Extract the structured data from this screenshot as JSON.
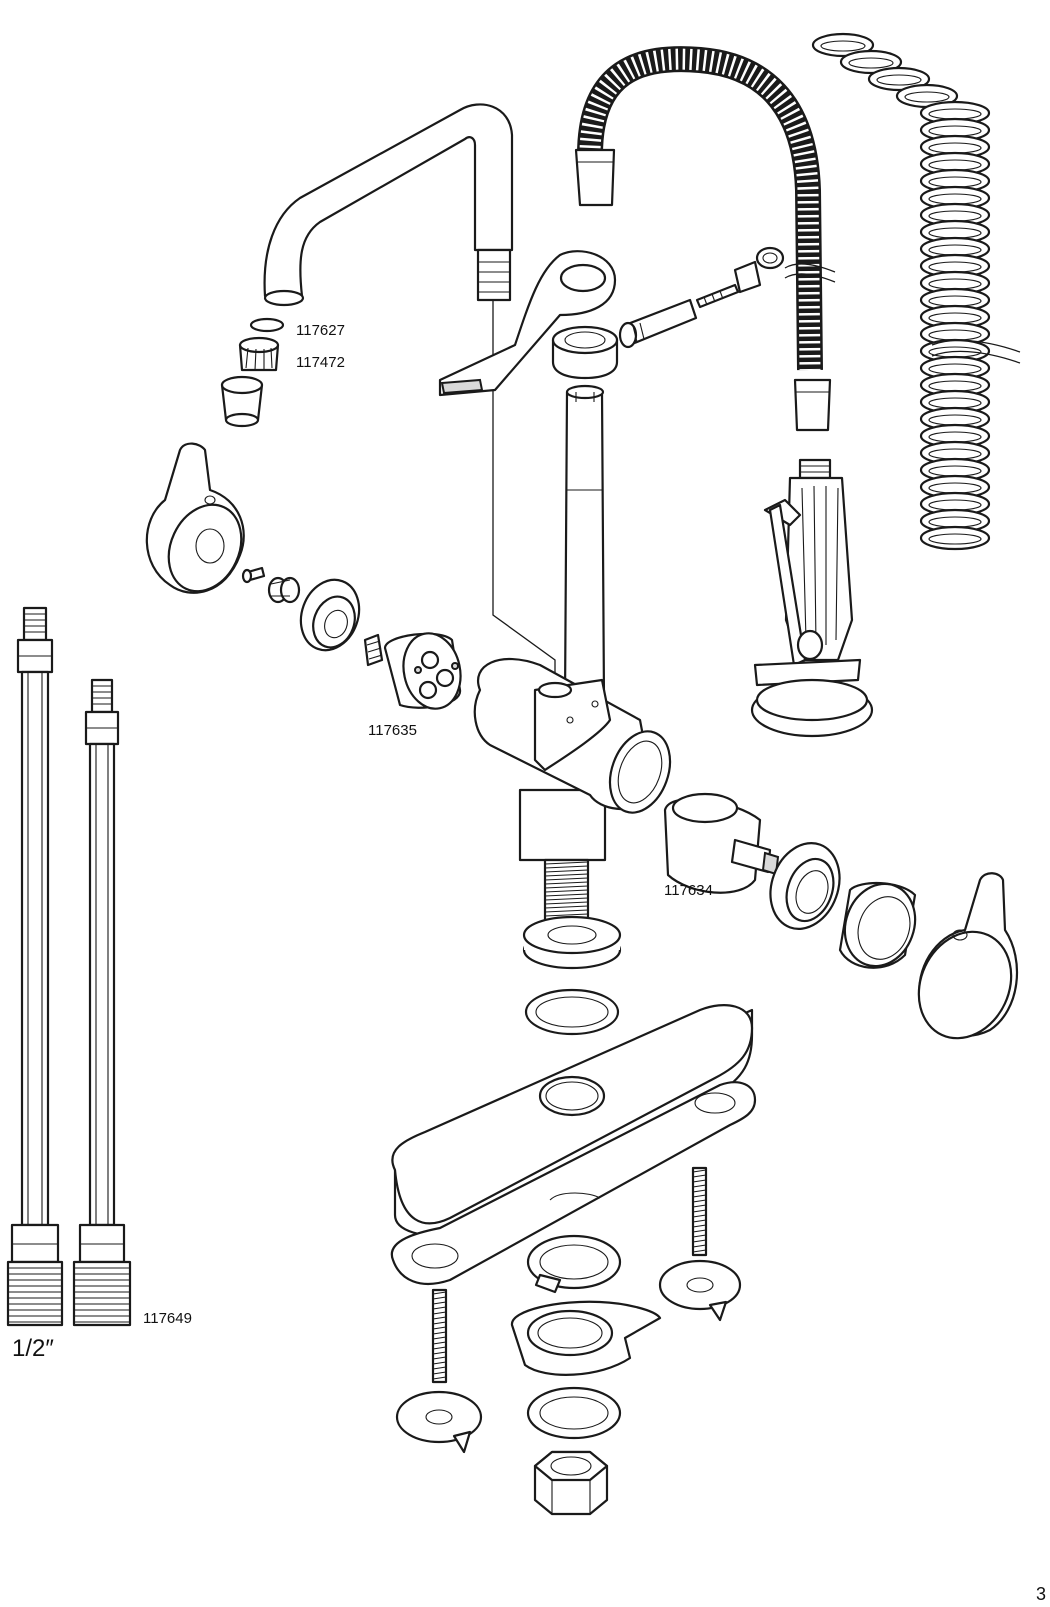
{
  "labels": {
    "aerator_washer": "117627",
    "aerator": "117472",
    "cartridge_left": "117635",
    "cartridge_right": "117634",
    "supply_hoses": "117649",
    "thread_size": "1/2″",
    "page_number": "3"
  }
}
